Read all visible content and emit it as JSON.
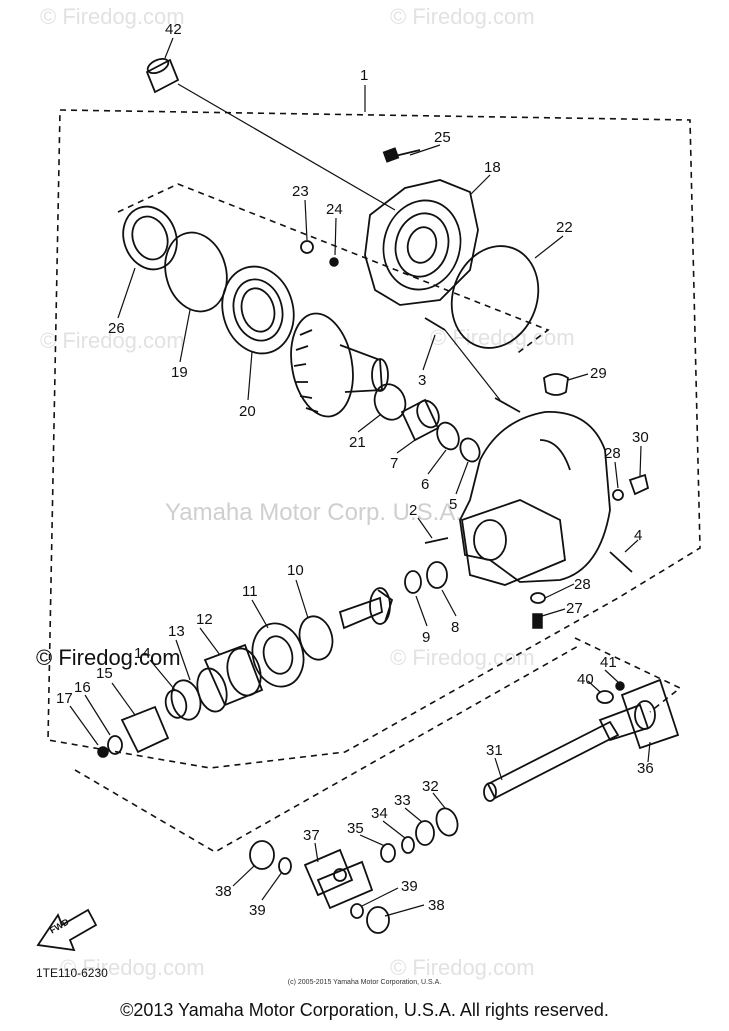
{
  "watermarks": {
    "brand": "© Firedog.com",
    "center": "Yamaha Motor Corp. U.S.A.",
    "label_left": "© Firedog.com"
  },
  "diagram": {
    "code": "1TE110-6230",
    "fwd_label": "FWD",
    "small_copyright": "(c) 2005-2015 Yamaha Motor Corporation, U.S.A.",
    "copyright": "©2013 Yamaha Motor Corporation, U.S.A. All rights reserved."
  },
  "callouts": [
    "42",
    "1",
    "25",
    "18",
    "23",
    "24",
    "22",
    "26",
    "19",
    "20",
    "3",
    "29",
    "21",
    "7",
    "6",
    "5",
    "28",
    "30",
    "2",
    "4",
    "10",
    "11",
    "9",
    "8",
    "28",
    "27",
    "12",
    "13",
    "14",
    "15",
    "16",
    "17",
    "41",
    "40",
    "36",
    "31",
    "32",
    "33",
    "34",
    "35",
    "37",
    "38",
    "39",
    "39",
    "38"
  ]
}
